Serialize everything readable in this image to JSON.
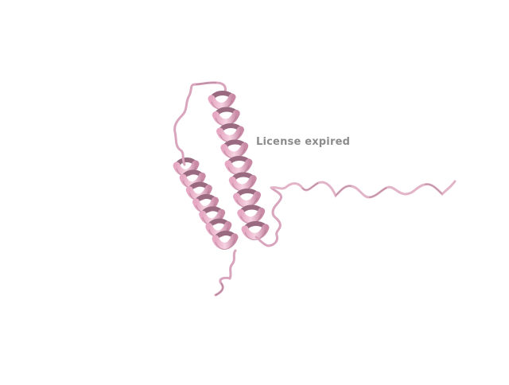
{
  "viewer": {
    "watermark_text": "License expired",
    "watermark_color": "#8c8c8c",
    "background_color": "#ffffff"
  },
  "molecule": {
    "representation": "cartoon",
    "icon": "protein-ribbon",
    "secondary_structure": [
      "loop",
      "helix",
      "loop",
      "helix",
      "loop"
    ],
    "colors": {
      "ribbon_light": "#f3c6d8",
      "ribbon_mid": "#e6a8c2",
      "ribbon_dark": "#9a6a80",
      "coil": "#d9a5bd"
    }
  }
}
